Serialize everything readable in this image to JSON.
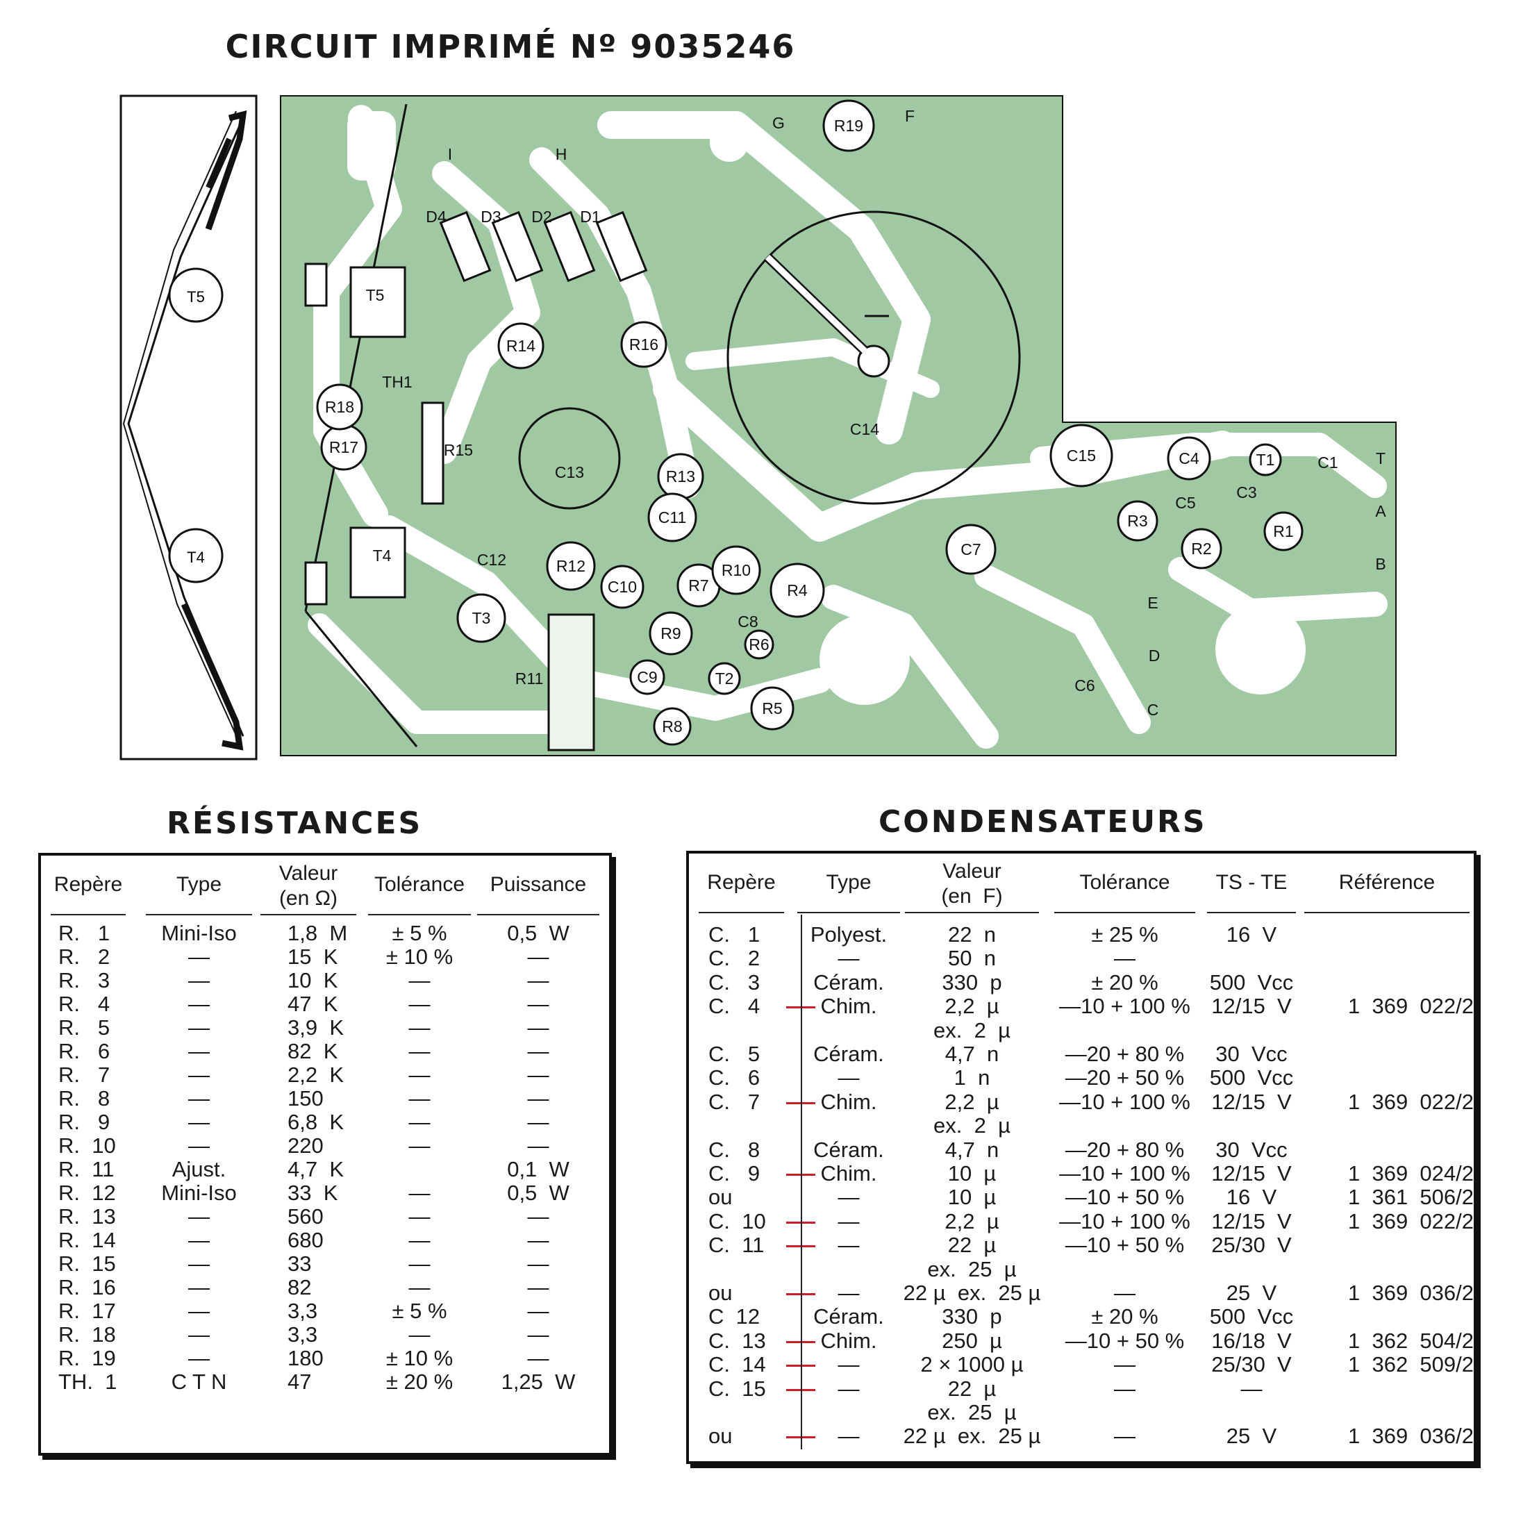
{
  "title": "CIRCUIT   IMPRIMÉ   Nº  9035246",
  "board": {
    "colors": {
      "copper": "#9fc8a3",
      "background": "#ffffff",
      "ink": "#111111"
    },
    "labels": [
      "T5",
      "T4",
      "T3",
      "T2",
      "T1",
      "R1",
      "R2",
      "R3",
      "R4",
      "R5",
      "R6",
      "R7",
      "R8",
      "R9",
      "R10",
      "R11",
      "R12",
      "R13",
      "R14",
      "R15",
      "R16",
      "R17",
      "R18",
      "R19",
      "C1",
      "C3",
      "C4",
      "C5",
      "C6",
      "C7",
      "C8",
      "C9",
      "C10",
      "C11",
      "C12",
      "C13",
      "C14",
      "C15",
      "D1",
      "D2",
      "D3",
      "D4",
      "TH1",
      "I",
      "H",
      "G",
      "F",
      "T",
      "A",
      "B",
      "E",
      "D",
      "C"
    ]
  },
  "resistances": {
    "title": "RÉSISTANCES",
    "headers": [
      "Repère",
      "Type",
      "Valeur\n(en Ω)",
      "Tolérance",
      "Puissance"
    ],
    "rows": [
      [
        "R.   1",
        "Mini-Iso",
        "1,8  M",
        "± 5 %",
        "0,5  W"
      ],
      [
        "R.   2",
        "—",
        "15  K",
        "± 10 %",
        "—"
      ],
      [
        "R.   3",
        "—",
        "10  K",
        "—",
        "—"
      ],
      [
        "R.   4",
        "—",
        "47  K",
        "—",
        "—"
      ],
      [
        "R.   5",
        "—",
        "3,9  K",
        "—",
        "—"
      ],
      [
        "R.   6",
        "—",
        "82  K",
        "—",
        "—"
      ],
      [
        "R.   7",
        "—",
        "2,2  K",
        "—",
        "—"
      ],
      [
        "R.   8",
        "—",
        "150",
        "—",
        "—"
      ],
      [
        "R.   9",
        "—",
        "6,8  K",
        "—",
        "—"
      ],
      [
        "R.  10",
        "—",
        "220",
        "—",
        "—"
      ],
      [
        "R.  11",
        "Ajust.",
        "4,7  K",
        "",
        "0,1  W"
      ],
      [
        "R.  12",
        "Mini-Iso",
        "33  K",
        "—",
        "0,5  W"
      ],
      [
        "R.  13",
        "—",
        "560",
        "—",
        "—"
      ],
      [
        "R.  14",
        "—",
        "680",
        "—",
        "—"
      ],
      [
        "R.  15",
        "—",
        "33",
        "—",
        "—"
      ],
      [
        "R.  16",
        "—",
        "82",
        "—",
        "—"
      ],
      [
        "R.  17",
        "—",
        "3,3",
        "± 5 %",
        "—"
      ],
      [
        "R.  18",
        "—",
        "3,3",
        "—",
        "—"
      ],
      [
        "R.  19",
        "—",
        "180",
        "± 10 %",
        "—"
      ],
      [
        "TH.  1",
        "C T N",
        "47",
        "± 20 %",
        "1,25  W"
      ]
    ]
  },
  "condensateurs": {
    "title": "CONDENSATEURS",
    "headers": [
      "Repère",
      "Type",
      "Valeur\n(en  F)",
      "Tolérance",
      "TS - TE",
      "Référence"
    ],
    "rows": [
      [
        "C.   1",
        "Polyest.",
        "22  n",
        "± 25 %",
        "16  V",
        "",
        false
      ],
      [
        "C.   2",
        "—",
        "50  n",
        "—",
        "",
        "",
        false
      ],
      [
        "C.   3",
        "Céram.",
        "330  p",
        "± 20 %",
        "500  Vcc",
        "",
        false
      ],
      [
        "C.   4",
        "Chim.",
        "2,2  µ",
        "—10 + 100 %",
        "12/15  V",
        "1  369  022/2",
        true
      ],
      [
        "",
        "",
        "ex.  2  µ",
        "",
        "",
        "",
        false
      ],
      [
        "C.   5",
        "Céram.",
        "4,7  n",
        "—20 + 80 %",
        "30  Vcc",
        "",
        false
      ],
      [
        "C.   6",
        "—",
        "1  n",
        "—20 + 50 %",
        "500  Vcc",
        "",
        false
      ],
      [
        "C.   7",
        "Chim.",
        "2,2  µ",
        "—10 + 100 %",
        "12/15  V",
        "1  369  022/2",
        true
      ],
      [
        "",
        "",
        "ex.  2  µ",
        "",
        "",
        "",
        false
      ],
      [
        "C.   8",
        "Céram.",
        "4,7  n",
        "—20 + 80 %",
        "30  Vcc",
        "",
        false
      ],
      [
        "C.   9",
        "Chim.",
        "10  µ",
        "—10 + 100 %",
        "12/15  V",
        "1  369  024/2",
        true
      ],
      [
        "ou",
        "—",
        "10  µ",
        "—10 + 50 %",
        "16  V",
        "1  361  506/2",
        false
      ],
      [
        "C.  10",
        "—",
        "2,2  µ",
        "—10 + 100 %",
        "12/15  V",
        "1  369  022/2",
        true
      ],
      [
        "C.  11",
        "—",
        "22  µ",
        "—10 + 50 %",
        "25/30  V",
        "",
        true
      ],
      [
        "",
        "",
        "ex.  25  µ",
        "",
        "",
        "",
        false
      ],
      [
        "ou",
        "—",
        "22 µ  ex.  25 µ",
        "—",
        "25  V",
        "1  369  036/2",
        true
      ],
      [
        "C  12",
        "Céram.",
        "330  p",
        "± 20 %",
        "500  Vcc",
        "",
        false
      ],
      [
        "C.  13",
        "Chim.",
        "250  µ",
        "—10 + 50 %",
        "16/18  V",
        "1  362  504/2",
        true
      ],
      [
        "C.  14",
        "—",
        "2 × 1000 µ",
        "—",
        "25/30  V",
        "1  362  509/2",
        true
      ],
      [
        "C.  15",
        "—",
        "22  µ",
        "—",
        "—",
        "",
        true
      ],
      [
        "",
        "",
        "ex.  25  µ",
        "",
        "",
        "",
        false
      ],
      [
        "ou",
        "—",
        "22 µ  ex.  25 µ",
        "—",
        "25  V",
        "1  369  036/2",
        true
      ]
    ]
  }
}
